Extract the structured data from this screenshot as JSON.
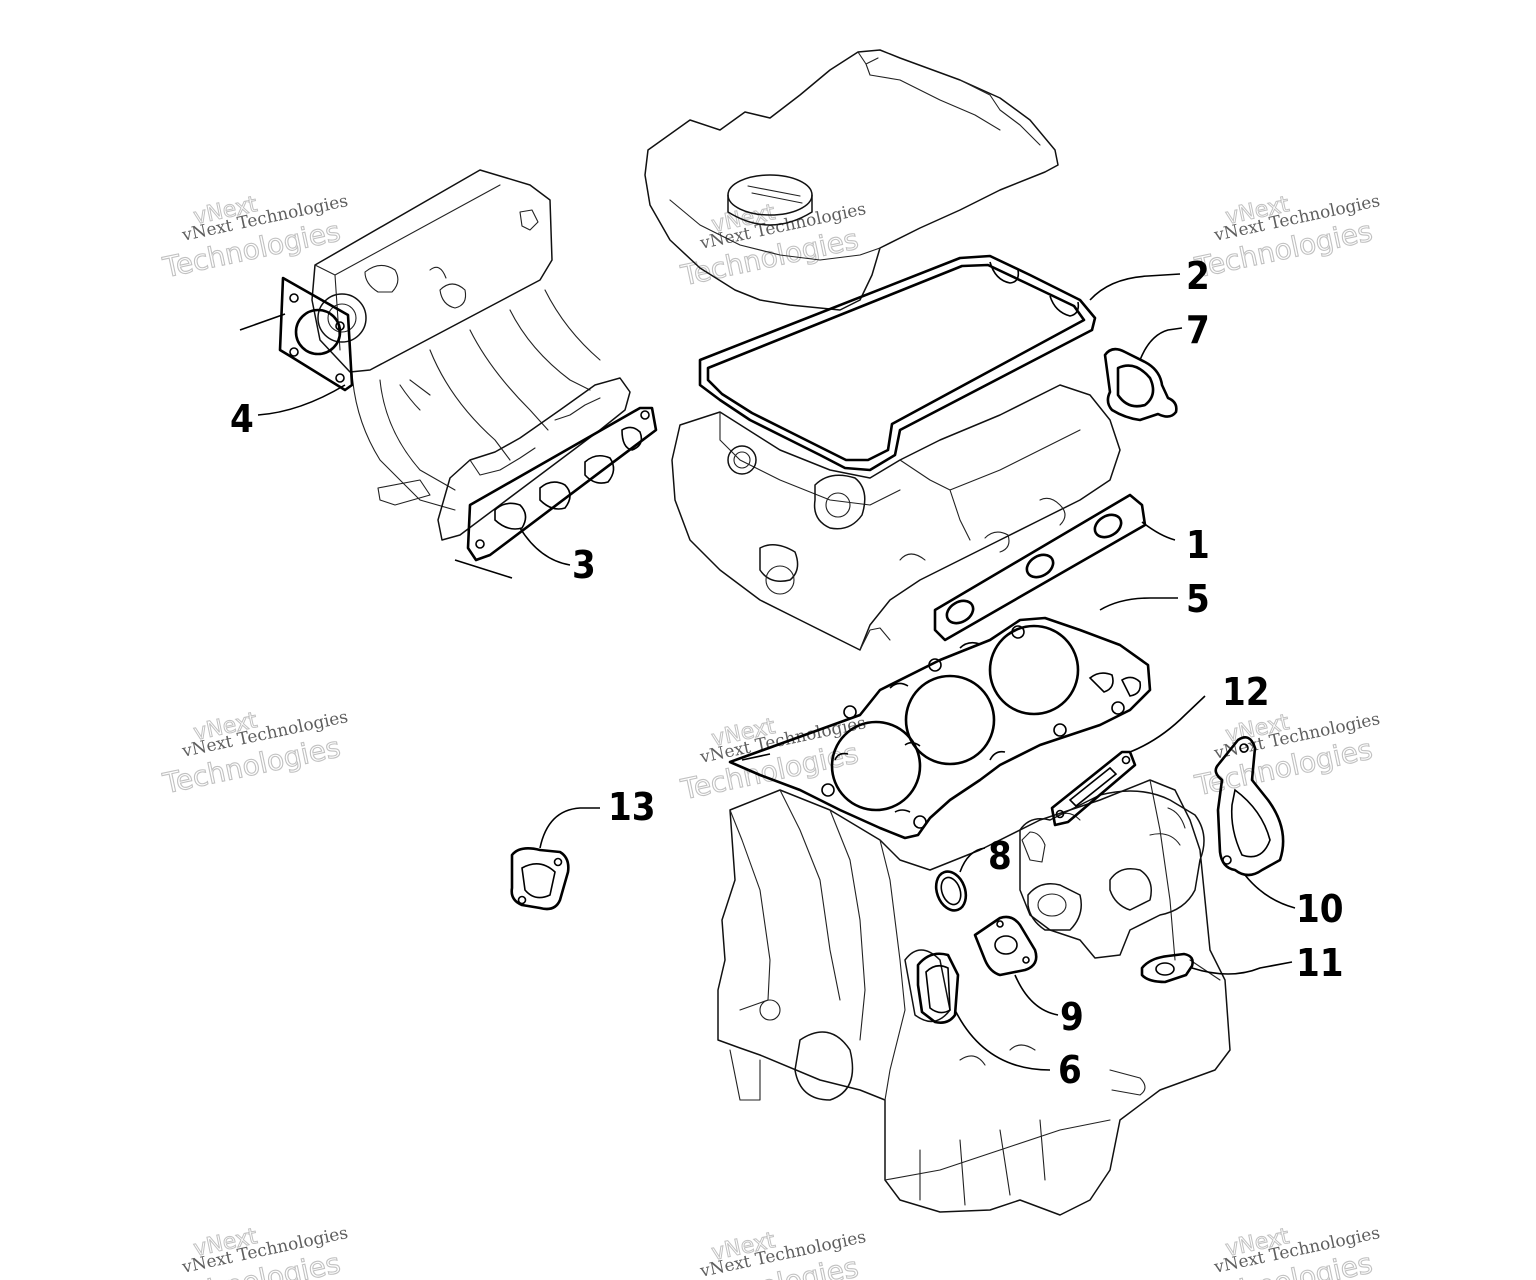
{
  "watermark": {
    "line_small": "vNext Technologies",
    "word_top": "vNext",
    "word_bottom": "Technologies"
  },
  "callouts": [
    {
      "id": "1",
      "label": "1"
    },
    {
      "id": "2",
      "label": "2"
    },
    {
      "id": "3",
      "label": "3"
    },
    {
      "id": "4",
      "label": "4"
    },
    {
      "id": "5",
      "label": "5"
    },
    {
      "id": "6",
      "label": "6"
    },
    {
      "id": "7",
      "label": "7"
    },
    {
      "id": "8",
      "label": "8"
    },
    {
      "id": "9",
      "label": "9"
    },
    {
      "id": "10",
      "label": "10"
    },
    {
      "id": "11",
      "label": "11"
    },
    {
      "id": "12",
      "label": "12"
    },
    {
      "id": "13",
      "label": "13"
    }
  ]
}
